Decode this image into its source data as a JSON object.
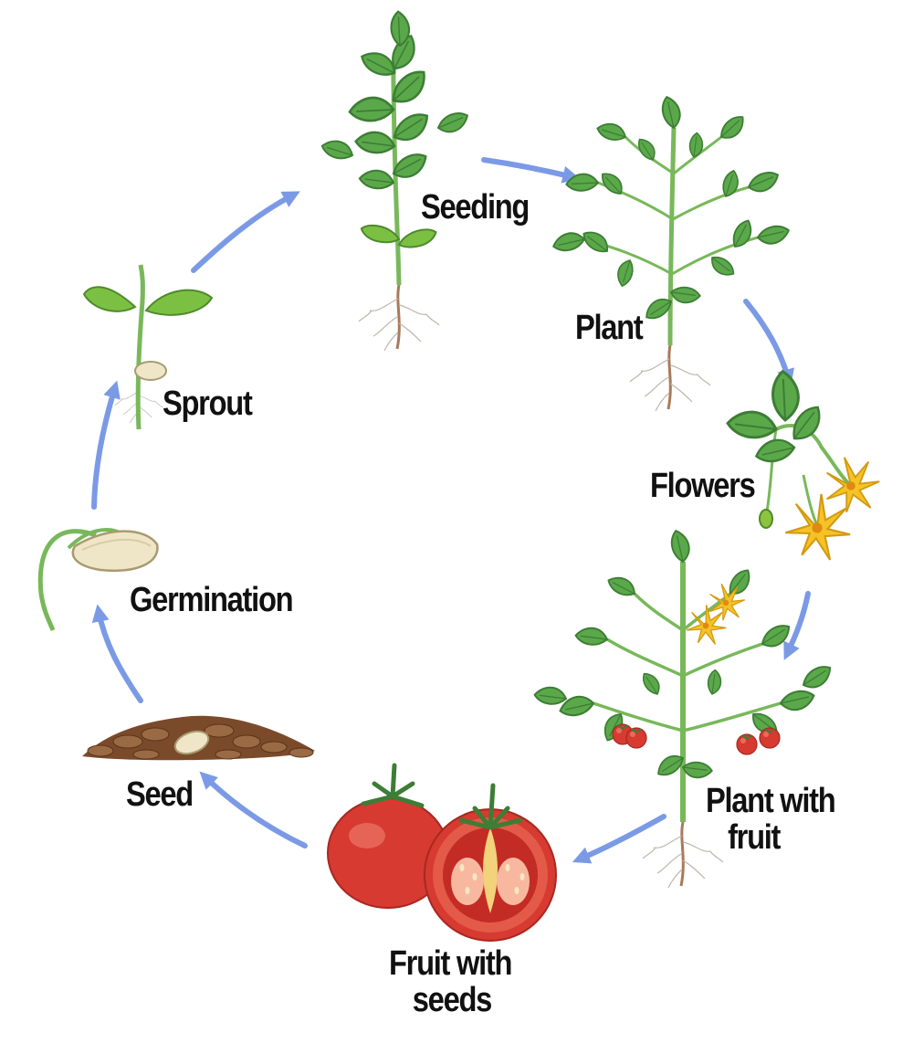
{
  "stages": {
    "seeding": "Seeding",
    "plant": "Plant",
    "flowers": "Flowers",
    "plant_with_fruit": [
      "Plant with",
      "fruit"
    ],
    "fruit_with_seeds": [
      "Fruit with",
      "seeds"
    ],
    "seed": "Seed",
    "germination": "Germination",
    "sprout": "Sprout"
  },
  "colors": {
    "arrow": "#7b9ae6",
    "leaf": "#5aa84a",
    "leaf_dark": "#3d7d35",
    "stem": "#78b85a",
    "root": "#a87a5a",
    "flower": "#f5c228",
    "tomato": "#d63a30",
    "soil": "#7a4a2a",
    "seed": "#efe6c8"
  }
}
